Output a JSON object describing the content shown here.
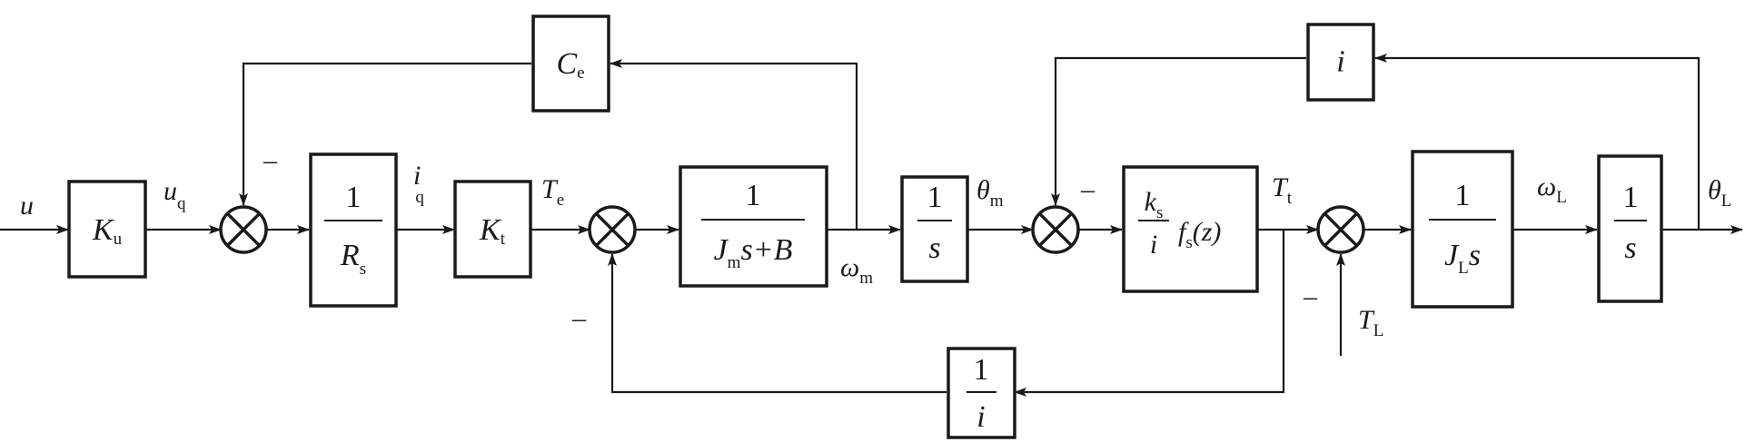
{
  "blocks": {
    "ku": {
      "sym": "K",
      "sub": "u"
    },
    "rs": {
      "num": "1",
      "sym": "R",
      "sub": "s"
    },
    "kt": {
      "sym": "K",
      "sub": "t"
    },
    "ce": {
      "sym": "C",
      "sub": "e"
    },
    "jm": {
      "num": "1",
      "j": "J",
      "jsub": "m",
      "rest": "s+B"
    },
    "int1": {
      "num": "1",
      "den": "s"
    },
    "gear_back": {
      "num": "1",
      "den": "i"
    },
    "fs": {
      "k": "k",
      "ksub": "s",
      "den": "i",
      "f": "f",
      "fsub": "s",
      "arg": "(z)"
    },
    "gear_fwd": {
      "sym": "i"
    },
    "jl": {
      "num": "1",
      "j": "J",
      "jsub": "L",
      "rest": "s"
    },
    "int2": {
      "num": "1",
      "den": "s"
    }
  },
  "signals": {
    "u": "u",
    "uq": {
      "sym": "u",
      "sub": "q"
    },
    "iq": {
      "sym": "i",
      "sub": "q"
    },
    "te": {
      "sym": "T",
      "sub": "e"
    },
    "wm": {
      "sym": "ω",
      "sub": "m"
    },
    "thm": {
      "sym": "θ",
      "sub": "m"
    },
    "tt": {
      "sym": "T",
      "sub": "t"
    },
    "tl": {
      "sym": "T",
      "sub": "L"
    },
    "wl": {
      "sym": "ω",
      "sub": "L"
    },
    "thl": {
      "sym": "θ",
      "sub": "L"
    }
  },
  "signs": {
    "minus": "–"
  }
}
